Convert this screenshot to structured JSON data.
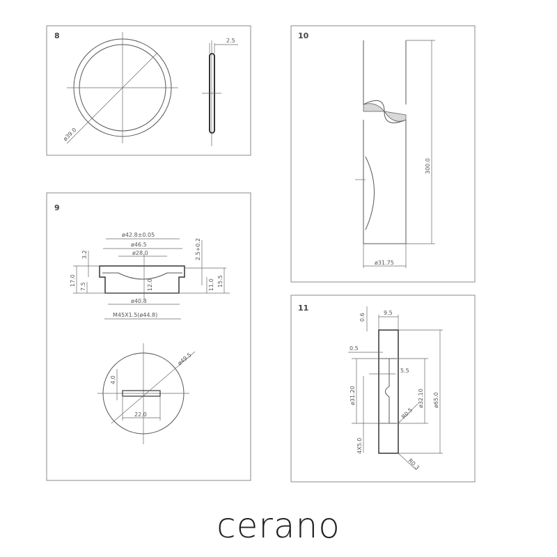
{
  "panels": [
    {
      "number": "8",
      "labels": {
        "diameter": "ø39.0",
        "thickness": "2.5"
      }
    },
    {
      "number": "9",
      "labels": {
        "d1": "ø42.8±0.05",
        "d2": "ø46.5",
        "d3": "ø28.0",
        "d4": "ø40.8",
        "thread": "M45X1.5(ø44.8)",
        "h1": "3.2",
        "h2": "17.0",
        "h3": "7.5",
        "h4": "12.0",
        "h5": "2.5+0.2",
        "h6": "11.0",
        "h7": "15.5",
        "top_d": "ø49.5",
        "slot_h": "4.0",
        "slot_w": "22.0"
      }
    },
    {
      "number": "10",
      "labels": {
        "length": "300.0",
        "diameter": "ø31.75"
      }
    },
    {
      "number": "11",
      "labels": {
        "t1": "0.6",
        "w": "9.5",
        "t2": "0.5",
        "d1": "ø31.20",
        "s": "5.5",
        "d2": "ø32.10",
        "r1": "R0.5",
        "d3": "ø65.0",
        "pitch": "4X5.0",
        "r2": "R0.3"
      }
    }
  ],
  "brand": "cerano"
}
